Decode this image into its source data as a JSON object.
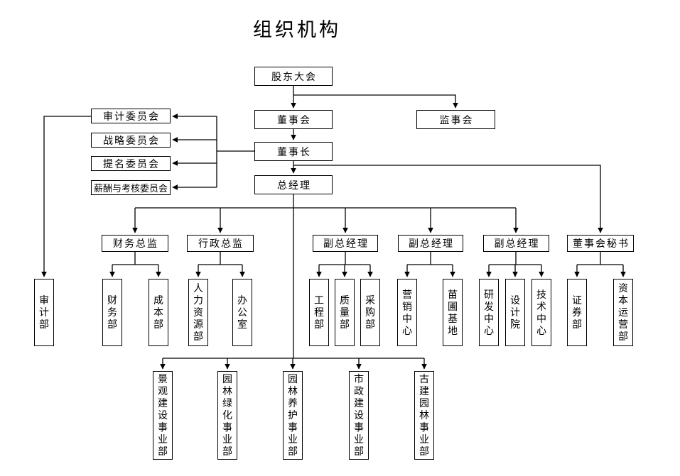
{
  "title": "组织机构",
  "colors": {
    "line": "#000000",
    "box_border": "#000000",
    "background": "#ffffff",
    "text": "#000000"
  },
  "nodes": {
    "shareholders": "股东大会",
    "board": "董事会",
    "supervisory": "监事会",
    "chairman": "董事长",
    "general_manager": "总经理"
  },
  "committees": [
    "审计委员会",
    "战略委员会",
    "提名委员会",
    "薪酬与考核委员会"
  ],
  "audit_department": "审计部",
  "managers": [
    "财务总监",
    "行政总监",
    "副总经理",
    "副总经理",
    "副总经理",
    "董事会秘书"
  ],
  "departments": [
    "财务部",
    "成本部",
    "人力资源部",
    "办公室",
    "工程部",
    "质量部",
    "采购部",
    "营销中心",
    "苗圃基地",
    "研发中心",
    "设计院",
    "技术中心",
    "证券部",
    "资本运营部"
  ],
  "divisions": [
    "景观建设事业部",
    "园林绿化事业部",
    "园林养护事业部",
    "市政建设事业部",
    "古建园林事业部"
  ]
}
